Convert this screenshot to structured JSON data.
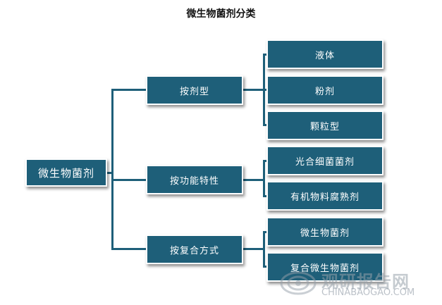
{
  "title": "微生物菌剂分类",
  "root": "微生物菌剂",
  "categories": [
    {
      "label": "按剂型",
      "items": [
        "液体",
        "粉剂",
        "颗粒型"
      ]
    },
    {
      "label": "按功能特性",
      "items": [
        "光合细菌菌剂",
        "有机物料腐熟剂"
      ]
    },
    {
      "label": "按复合方式",
      "items": [
        "微生物菌剂",
        "复合微生物菌剂"
      ]
    }
  ],
  "watermark": {
    "name": "观研报告网",
    "url": "CHINABAOGAO.COM"
  },
  "colors": {
    "node_fill": "#1e5f79",
    "connector": "#1e5f79"
  }
}
